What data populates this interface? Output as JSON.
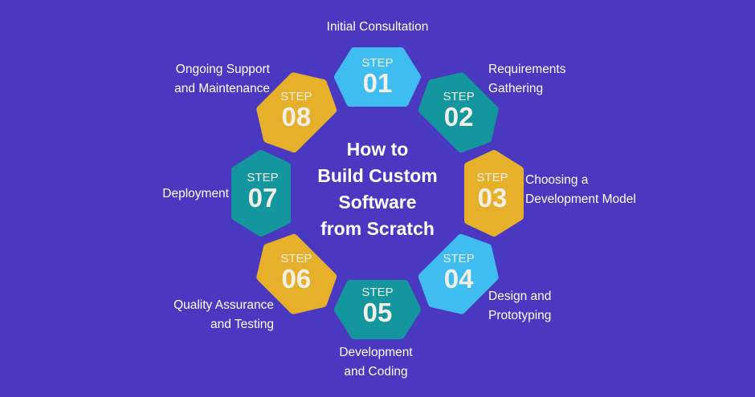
{
  "title": [
    "How to",
    "Build Custom",
    "Software",
    "from Scratch"
  ],
  "colors": {
    "background": "#4a38c0",
    "light_blue": "#3fbdf0",
    "teal": "#14969e",
    "gold": "#e7b02b"
  },
  "steps": [
    {
      "step": "STEP",
      "num": "01",
      "label": [
        "Initial Consultation"
      ],
      "color": "#3fbdf0"
    },
    {
      "step": "STEP",
      "num": "02",
      "label": [
        "Requirements",
        "Gathering"
      ],
      "color": "#14969e"
    },
    {
      "step": "STEP",
      "num": "03",
      "label": [
        "Choosing a",
        "Development Model"
      ],
      "color": "#e7b02b"
    },
    {
      "step": "STEP",
      "num": "04",
      "label": [
        "Design and",
        "Prototyping"
      ],
      "color": "#3fbdf0"
    },
    {
      "step": "STEP",
      "num": "05",
      "label": [
        "Development",
        "and Coding"
      ],
      "color": "#14969e"
    },
    {
      "step": "STEP",
      "num": "06",
      "label": [
        "Quality Assurance",
        "and Testing"
      ],
      "color": "#e7b02b"
    },
    {
      "step": "STEP",
      "num": "07",
      "label": [
        "Deployment"
      ],
      "color": "#14969e"
    },
    {
      "step": "STEP",
      "num": "08",
      "label": [
        "Ongoing Support",
        "and Maintenance"
      ],
      "color": "#e7b02b"
    }
  ]
}
